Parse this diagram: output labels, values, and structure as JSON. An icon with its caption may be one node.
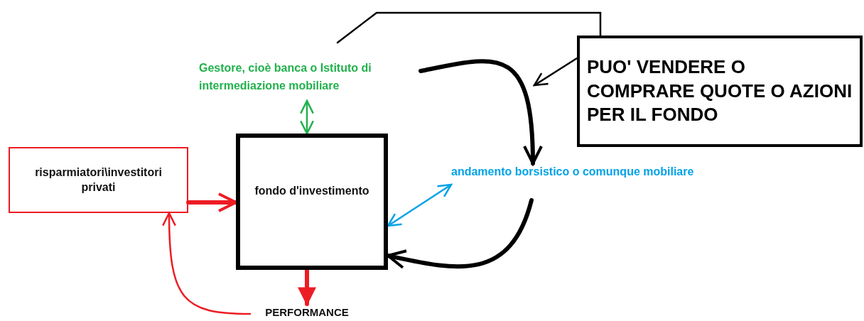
{
  "diagram": {
    "nodes": [
      {
        "text": [
          "risparmiatori\\investitori privati"
        ]
      },
      {
        "text": [
          "fondo d'investimento"
        ]
      },
      {
        "text": [
          "Gestore, cioè banca o Istituto di intermediazione mobiliare"
        ]
      },
      {
        "text": [
          "andamento borsistico o comunque mobiliare"
        ]
      },
      {
        "text": [
          "PUO' VENDERE O COMPRARE QUOTE O AZIONI PER IL FONDO"
        ]
      },
      {
        "text": [
          "PERFORMANCE"
        ]
      }
    ],
    "edges": [
      {
        "from": 0,
        "to": 1,
        "arrow": "to",
        "style": "thick",
        "color": "#ed1c24"
      },
      {
        "from": 2,
        "to": 1,
        "arrow": "both",
        "color": "#22b14c"
      },
      {
        "from": 3,
        "to": 1,
        "arrow": "both",
        "color": "#00a2e8"
      },
      {
        "from": 1,
        "to": 5,
        "arrow": "to",
        "style": "thick",
        "color": "#ed1c24"
      },
      {
        "from": 5,
        "to": 0,
        "arrow": "to",
        "color": "#ed1c24"
      },
      {
        "from": 2,
        "to": 3,
        "arrow": "to",
        "style": "thick"
      },
      {
        "from": 3,
        "to": 1,
        "arrow": "to",
        "style": "thick"
      },
      {
        "from": 4,
        "to": null,
        "arrow": "to"
      },
      {
        "from": 4,
        "to": null,
        "arrow": "none"
      }
    ]
  }
}
